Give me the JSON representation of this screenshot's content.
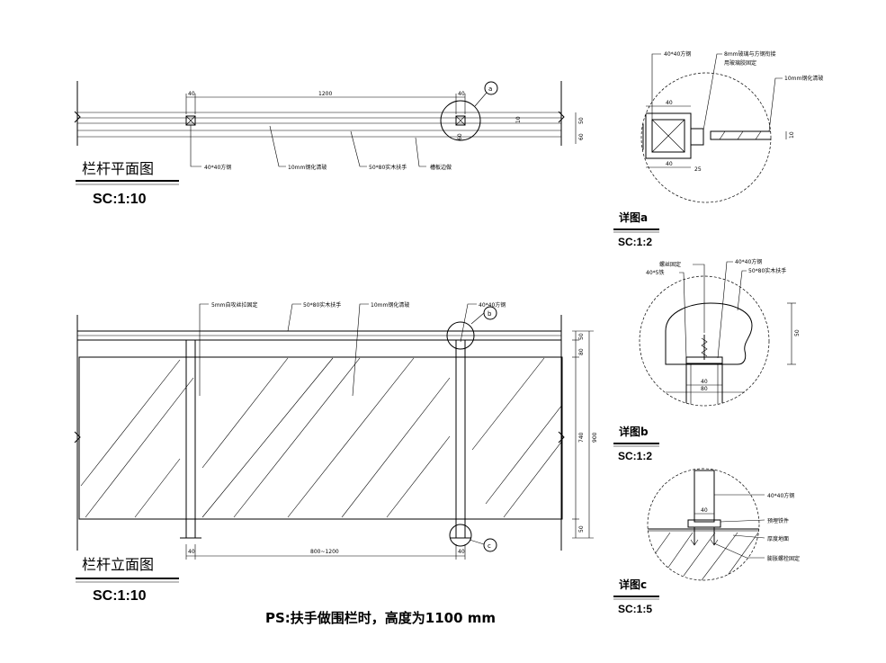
{
  "plan": {
    "title": "栏杆平面图",
    "scale": "SC:1:10",
    "dims": {
      "d40a": "40",
      "d1200": "1200",
      "d40b": "40",
      "d50": "50",
      "d60": "60",
      "d10": "10"
    },
    "callout": "a",
    "labels": {
      "post": "40*40方钢",
      "glass": "10mm钢化清玻",
      "handrail": "50*80实木扶手",
      "slot": "槽板边做"
    }
  },
  "elevation": {
    "title": "栏杆立面图",
    "scale": "SC:1:10",
    "dims": {
      "span": "800~1200",
      "d40a": "40",
      "d40b": "40",
      "d50a": "50",
      "d50b": "50",
      "d740": "740",
      "d80": "80",
      "d900": "900"
    },
    "callouts": {
      "b": "b",
      "c": "c"
    },
    "labels": {
      "fix": "5mm自攻丝拉固定",
      "handrail": "50*80实木扶手",
      "glass": "10mm钢化清玻",
      "post": "40*40方钢"
    }
  },
  "detail_a": {
    "title": "详图a",
    "scale": "SC:1:2",
    "labels": {
      "post": "40*40方钢",
      "glue": "8mm玻璃与方钢衔接\n用玻璃胶固定",
      "glass": "10mm钢化清玻"
    },
    "dims": {
      "top": "40",
      "bottom": "40",
      "right": "25",
      "side": "10"
    }
  },
  "detail_b": {
    "title": "详图b",
    "scale": "SC:1:2",
    "labels": {
      "screw": "螺丝固定",
      "post": "40*40方钢",
      "plate": "40*5铁",
      "handrail": "50*80实木扶手"
    },
    "dims": {
      "w40": "40",
      "w80": "80",
      "h50": "50"
    }
  },
  "detail_c": {
    "title": "详图c",
    "scale": "SC:1:5",
    "labels": {
      "post": "40*40方钢",
      "base": "预埋铁件",
      "floor": "厚度地面",
      "bolt": "膨胀螺栓固定"
    },
    "dims": {
      "w40": "40"
    }
  },
  "note": {
    "text": "PS:扶手做围栏时，高度为1100 mm"
  }
}
